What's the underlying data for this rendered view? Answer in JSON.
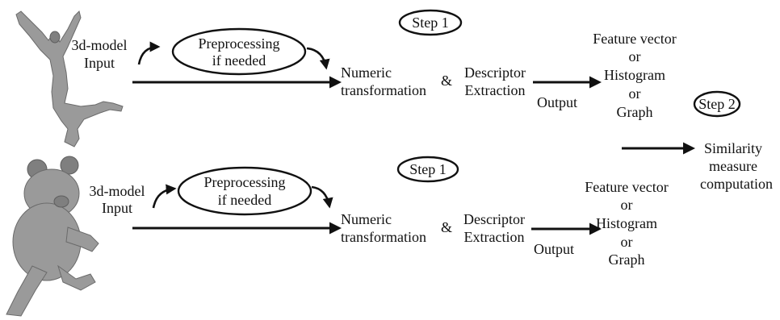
{
  "rows": [
    {
      "input_label": [
        "3d-model",
        "Input"
      ],
      "preprocessing": [
        "Preprocessing",
        "if needed"
      ],
      "step": "Step  1",
      "numeric": [
        "Numeric",
        "transformation"
      ],
      "amp": "&",
      "descriptor": [
        "Descriptor",
        "Extraction"
      ],
      "output": "Output",
      "feature": [
        "Feature vector",
        "or",
        "Histogram",
        "or",
        "Graph"
      ]
    },
    {
      "input_label": [
        "3d-model",
        "Input"
      ],
      "preprocessing": [
        "Preprocessing",
        "if needed"
      ],
      "step": "Step  1",
      "numeric": [
        "Numeric",
        "transformation"
      ],
      "amp": "&",
      "descriptor": [
        "Descriptor",
        "Extraction"
      ],
      "output": "Output",
      "feature": [
        "Feature vector",
        "or",
        "Histogram",
        "or",
        "Graph"
      ]
    }
  ],
  "step2": {
    "step": "Step 2",
    "similarity": [
      "Similarity",
      "measure",
      "computation"
    ]
  },
  "models": [
    "human-figure-model",
    "teddy-bear-model"
  ]
}
